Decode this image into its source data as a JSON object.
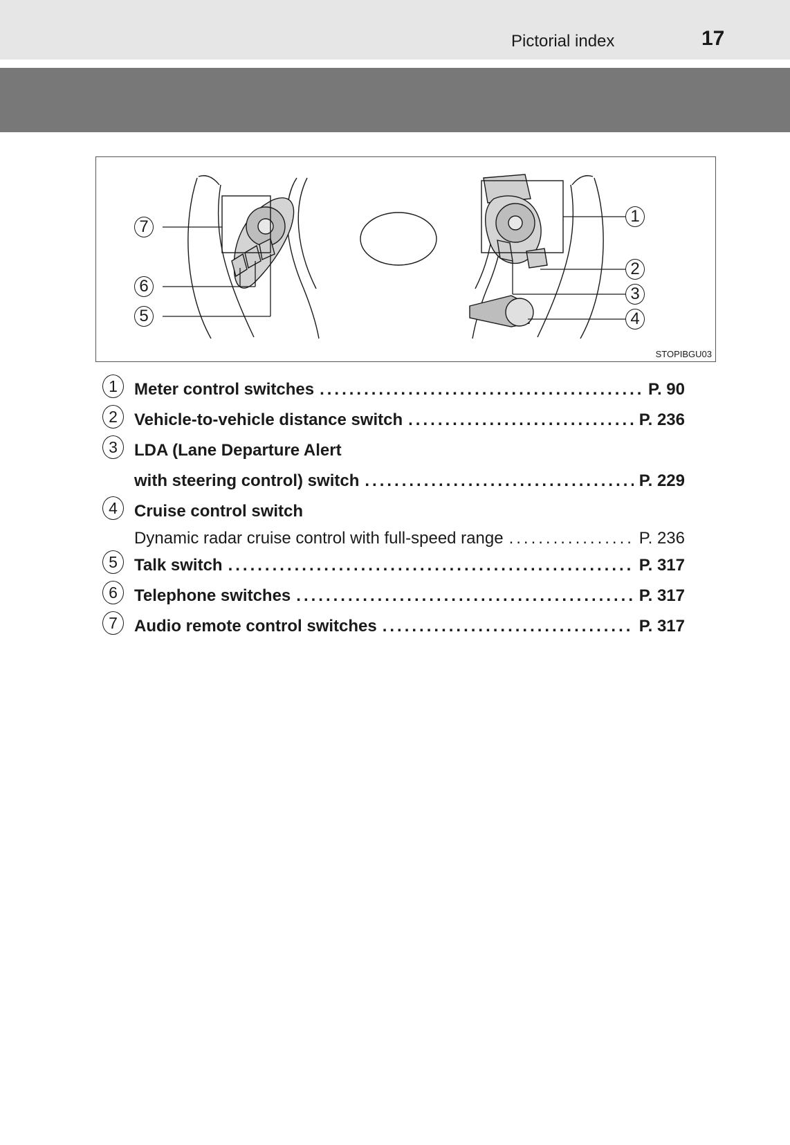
{
  "header": {
    "section_title": "Pictorial index",
    "page_number": "17"
  },
  "figure": {
    "code": "STOPIBGU03",
    "callouts": [
      "1",
      "2",
      "3",
      "4",
      "5",
      "6",
      "7"
    ]
  },
  "items": [
    {
      "num": "1",
      "rows": [
        {
          "label": "Meter control switches",
          "page": "P. 90",
          "bold": true
        }
      ]
    },
    {
      "num": "2",
      "rows": [
        {
          "label": "Vehicle-to-vehicle distance switch",
          "page": "P. 236",
          "bold": true
        }
      ]
    },
    {
      "num": "3",
      "rows": [
        {
          "label": "LDA (Lane Departure Alert",
          "page": "",
          "bold": true
        },
        {
          "label": "with steering control) switch",
          "page": "P. 229",
          "bold": true
        }
      ]
    },
    {
      "num": "4",
      "rows": [
        {
          "label": "Cruise control switch",
          "page": "",
          "bold": true
        },
        {
          "label": "Dynamic radar cruise control with full-speed range",
          "page": "P. 236",
          "bold": false
        }
      ]
    },
    {
      "num": "5",
      "rows": [
        {
          "label": "Talk switch",
          "page": "P. 317",
          "bold": true
        }
      ]
    },
    {
      "num": "6",
      "rows": [
        {
          "label": "Telephone switches",
          "page": "P. 317",
          "bold": true
        }
      ]
    },
    {
      "num": "7",
      "rows": [
        {
          "label": "Audio remote control switches",
          "page": "P. 317",
          "bold": true
        }
      ]
    }
  ]
}
